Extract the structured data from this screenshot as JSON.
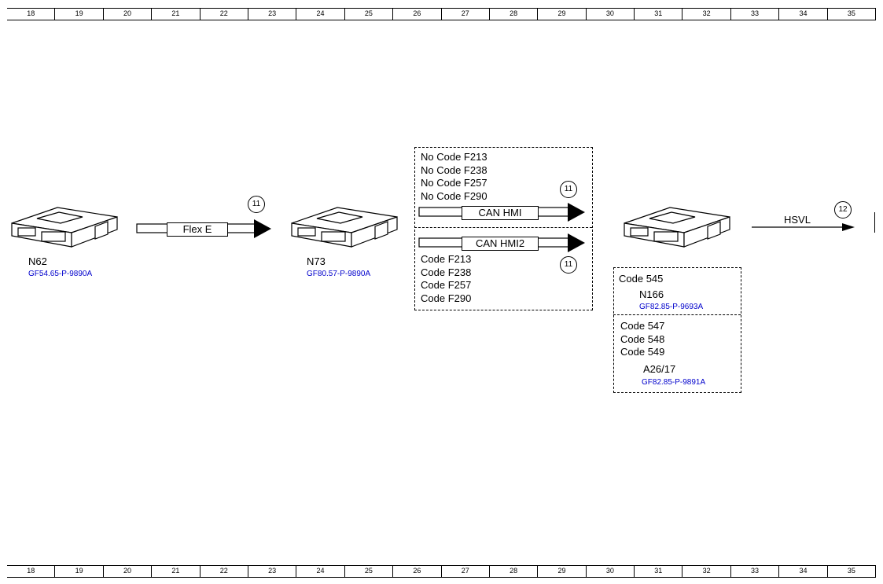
{
  "ruler": [
    "18",
    "19",
    "20",
    "21",
    "22",
    "23",
    "24",
    "25",
    "26",
    "27",
    "28",
    "29",
    "30",
    "31",
    "32",
    "33",
    "34",
    "35"
  ],
  "modules": {
    "n62": {
      "name": "N62",
      "ref": "GF54.65-P-9890A"
    },
    "n73": {
      "name": "N73",
      "ref": "GF80.57-P-9890A"
    },
    "n166": {
      "name": "N166",
      "ref": "GF82.85-P-9693A"
    },
    "a26": {
      "name": "A26/17",
      "ref": "GF82.85-P-9891A"
    }
  },
  "buses": {
    "flex_e": "Flex E",
    "can_hmi": "CAN HMI",
    "can_hmi2": "CAN HMI2",
    "hsvl": "HSVL"
  },
  "connectors": {
    "c1": "11",
    "c2": "11",
    "c3": "11",
    "c4": "12"
  },
  "codes": {
    "no_codes": [
      "No Code F213",
      "No Code F238",
      "No Code F257",
      "No Code F290"
    ],
    "codes": [
      "Code F213",
      "Code F238",
      "Code F257",
      "Code F290"
    ],
    "code_545": "Code 545",
    "codes_54x": [
      "Code 547",
      "Code 548",
      "Code 549"
    ]
  },
  "colors": {
    "ref_link": "#0000cc",
    "line": "#000000"
  }
}
